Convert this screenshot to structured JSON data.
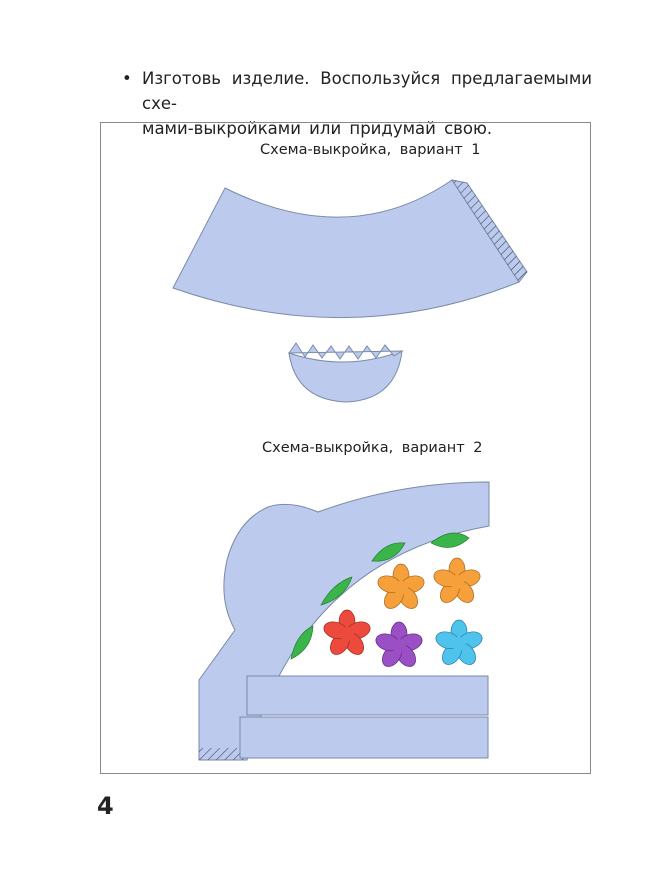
{
  "instruction": {
    "bullet": "•",
    "line1": "Изготовь изделие. Воспользуйся предлагаемыми схе-",
    "line2": "мами-выкройками или придумай свою."
  },
  "variant1": {
    "caption": "Схема-выкройка, вариант 1"
  },
  "variant2": {
    "caption": "Схема-выкройка, вариант 2",
    "flower_colors": [
      "#f5a03a",
      "#f5a03a",
      "#ec4a3d",
      "#9b4fc4",
      "#4fc3ec"
    ],
    "leaf_color": "#3ab54a"
  },
  "colors": {
    "pattern_fill": "#bccbed",
    "outline": "#7a8aa8"
  },
  "page_number": "4"
}
